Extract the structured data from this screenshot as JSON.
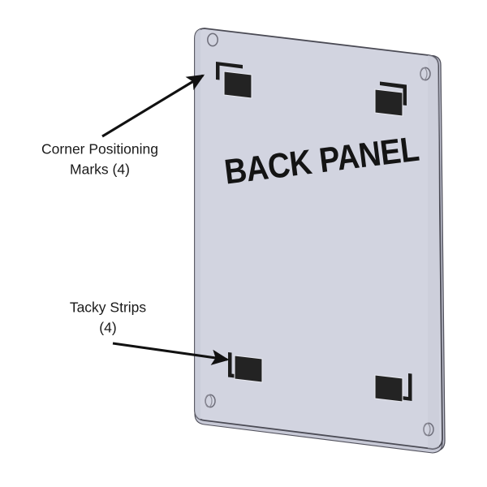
{
  "figure": {
    "kind": "technical-assembly-diagram",
    "background_color": "#ffffff",
    "panel_label": "BACK PANEL"
  },
  "panel": {
    "name": "back-panel",
    "face_color": "#d2d4e0",
    "edge_color": "#c2c4d2",
    "outline_color": "#4b4b55",
    "shadow_color": "#b8bac8",
    "corner_outline_color": "#5a5a66",
    "holes_count": 4,
    "hole_label": "mounting-hole"
  },
  "marks": {
    "corner_mark_color": "#1c1c1c",
    "tacky_strip_color": "#232323",
    "corner_marks_count": 4,
    "tacky_strips_count": 4
  },
  "callouts": [
    {
      "id": "corner-positioning-marks",
      "line1": "Corner Positioning",
      "line2": "Marks (4)",
      "arrow_color": "#111111"
    },
    {
      "id": "tacky-strips",
      "line1": "Tacky Strips",
      "line2": "(4)",
      "arrow_color": "#111111"
    }
  ]
}
